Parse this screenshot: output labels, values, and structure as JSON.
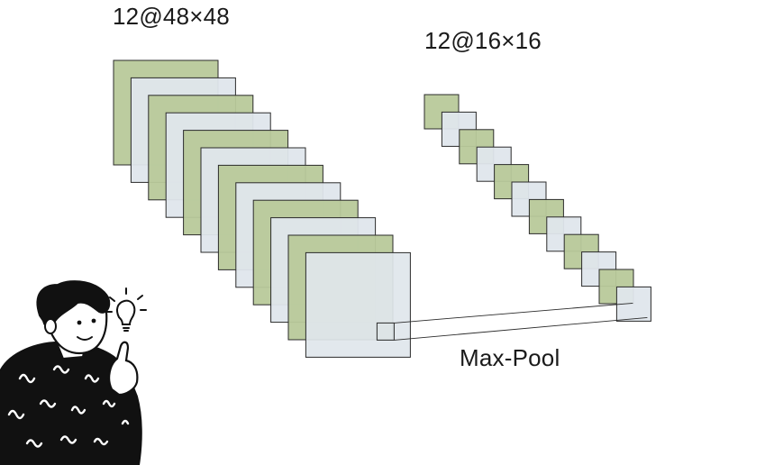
{
  "diagram": {
    "input_label": "12@48×48",
    "output_label": "12@16×16",
    "operation_label": "Max-Pool",
    "input_maps": 12,
    "output_maps": 12,
    "colors": {
      "green": "#b8c99a",
      "pale": "#dfe6ec",
      "stroke": "#2b2b2b",
      "ink": "#111111",
      "skin": "#ffffff"
    },
    "illustration_icon": "person-with-lightbulb-icon"
  }
}
